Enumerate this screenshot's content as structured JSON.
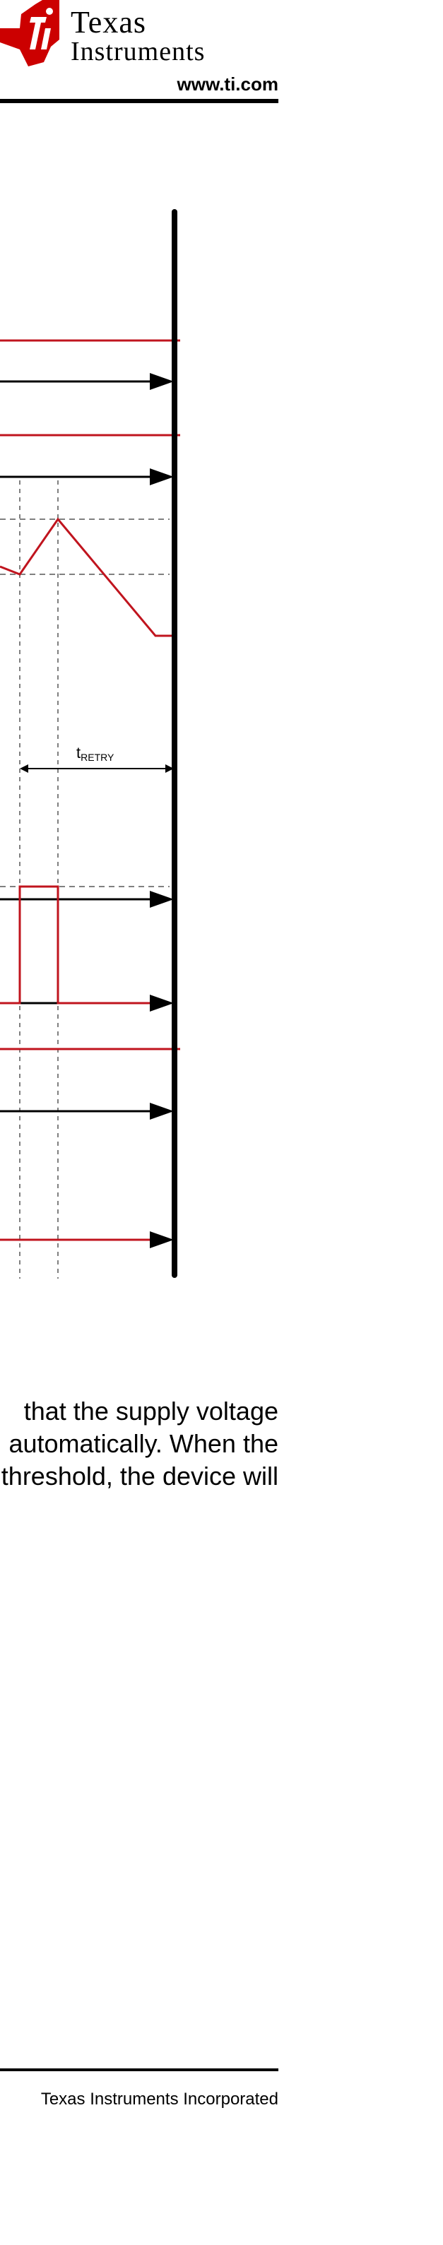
{
  "header": {
    "brand_line1": "Texas",
    "brand_line2": "Instruments",
    "url": "www.ti.com"
  },
  "diagram": {
    "t_label_main": "t",
    "t_label_sub": "RETRY"
  },
  "body": {
    "lines": [
      "that the supply voltage",
      "automatically. When the",
      "threshold, the device will"
    ]
  },
  "footer": {
    "copyright": "Texas Instruments Incorporated"
  },
  "colors": {
    "signal_red": "#c0141e",
    "logo_red": "#cc0000",
    "dashed_grey": "#808080"
  }
}
